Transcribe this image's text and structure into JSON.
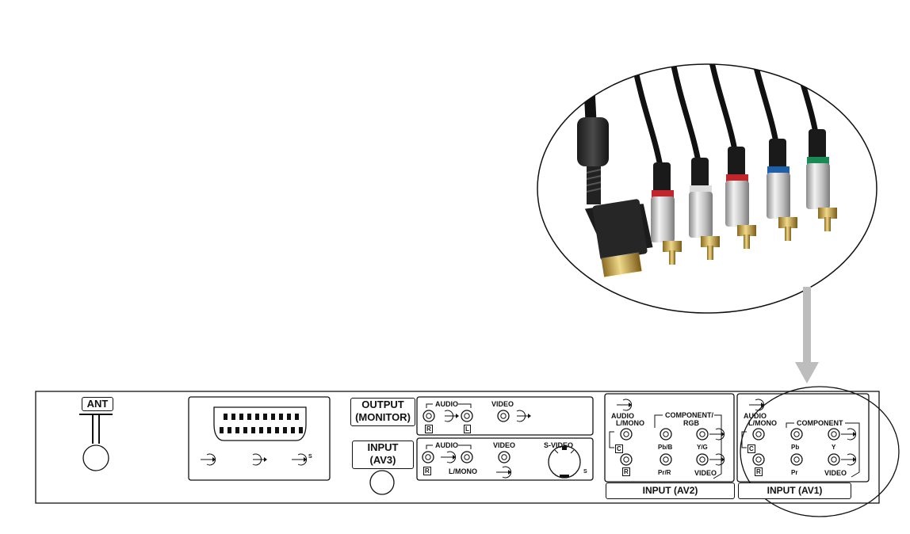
{
  "colors": {
    "panel_stroke": "#111111",
    "cable_silver": "#c8c8c8",
    "plug_gold": "#c8a44a",
    "ring_red": "#c0262c",
    "ring_blue": "#1f5fa8",
    "ring_green": "#1a8a55",
    "arrow_gray": "#bdbdbd"
  },
  "icons": {
    "cable_photo": "component-av-cable-icon",
    "pointer": "down-arrow-icon",
    "jack": "rca-jack-icon",
    "input_arrow": "input-arrow-icon",
    "output_arrow": "output-arrow-icon"
  },
  "panel": {
    "ant": {
      "label": "ANT"
    },
    "output_monitor": {
      "label_line1": "OUTPUT",
      "label_line2": "(MONITOR)",
      "audio": "AUDIO",
      "video": "VIDEO",
      "r": "R",
      "l": "L"
    },
    "input_av3": {
      "label_line1": "INPUT",
      "label_line2": "(AV3)",
      "audio": "AUDIO",
      "video": "VIDEO",
      "svideo": "S-VIDEO",
      "r": "R",
      "l_mono": "L/MONO",
      "s_mark": "S"
    },
    "input_av2": {
      "label": "INPUT (AV2)",
      "audio": "AUDIO",
      "l_mono": "L/MONO",
      "c": "C",
      "r": "R",
      "component_line1": "COMPONENT/",
      "component_line2": "RGB",
      "pb_b": "Pb/B",
      "pr_r": "Pr/R",
      "y_g": "Y/G",
      "video": "VIDEO"
    },
    "input_av1": {
      "label": "INPUT (AV1)",
      "audio": "AUDIO",
      "l_mono": "L/MONO",
      "c": "C",
      "r": "R",
      "component": "COMPONENT",
      "pb": "Pb",
      "pr": "Pr",
      "y": "Y",
      "video": "VIDEO"
    },
    "scart": {
      "s_mark": "S"
    }
  }
}
